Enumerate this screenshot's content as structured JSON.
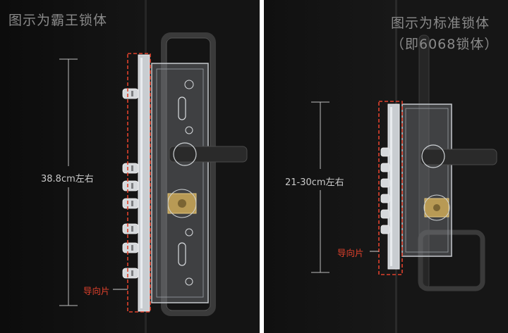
{
  "left": {
    "caption": "图示为霸王锁体",
    "measurement": "38.8cm左右",
    "guide_label": "导向片"
  },
  "right": {
    "caption_line1": "图示为标准锁体",
    "caption_line2": "（即6068锁体）",
    "measurement": "21-30cm左右",
    "guide_label": "导向片"
  },
  "colors": {
    "accent_red": "#e0412c",
    "panel_dark": "#111111",
    "caption_gray": "#8a8a8a"
  }
}
